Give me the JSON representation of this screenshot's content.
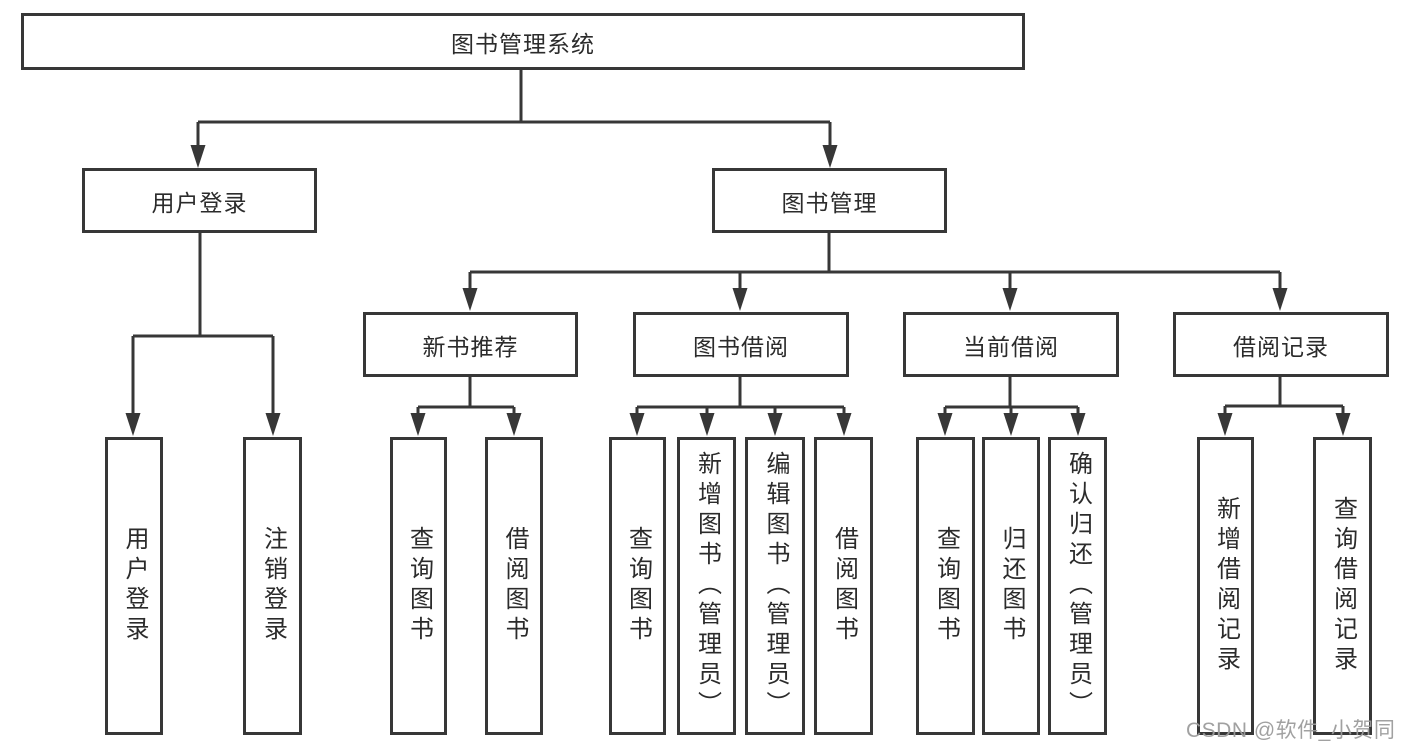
{
  "diagram": {
    "root": {
      "label": "图书管理系统"
    },
    "branches": [
      {
        "label": "用户登录",
        "children": [
          {
            "label": "用户登录"
          },
          {
            "label": "注销登录"
          }
        ]
      },
      {
        "label": "图书管理",
        "children": [
          {
            "label": "新书推荐",
            "children": [
              {
                "label": "查询图书"
              },
              {
                "label": "借阅图书"
              }
            ]
          },
          {
            "label": "图书借阅",
            "children": [
              {
                "label": "查询图书"
              },
              {
                "label": "新增图书（管理员）"
              },
              {
                "label": "编辑图书（管理员）"
              },
              {
                "label": "借阅图书"
              }
            ]
          },
          {
            "label": "当前借阅",
            "children": [
              {
                "label": "查询图书"
              },
              {
                "label": "归还图书"
              },
              {
                "label": "确认归还（管理员）"
              }
            ]
          },
          {
            "label": "借阅记录",
            "children": [
              {
                "label": "新增借阅记录"
              },
              {
                "label": "查询借阅记录"
              }
            ]
          }
        ]
      }
    ],
    "watermark": "CSDN @软件_小贺同学",
    "colors": {
      "line": "#373737",
      "text": "#2b2b2b",
      "watermark": "#9c9c9c",
      "background": "#ffffff"
    }
  }
}
